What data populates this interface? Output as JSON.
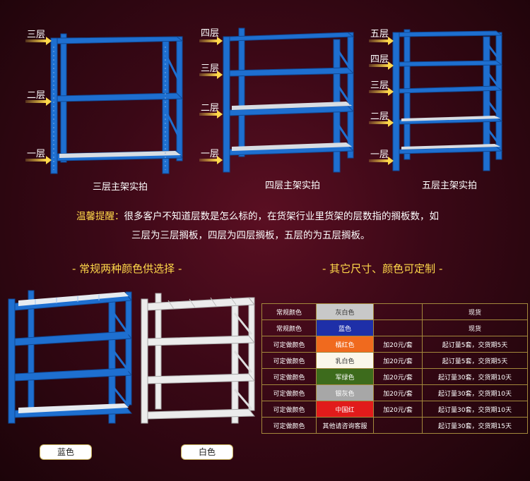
{
  "shelves_top": [
    {
      "caption": "三层主架实拍",
      "layers": [
        "三层",
        "二层",
        "一层"
      ]
    },
    {
      "caption": "四层主架实拍",
      "layers": [
        "四层",
        "三层",
        "二层",
        "一层"
      ]
    },
    {
      "caption": "五层主架实拍",
      "layers": [
        "五层",
        "四层",
        "三层",
        "二层",
        "一层"
      ]
    }
  ],
  "notice": {
    "prefix": "温馨提醒：",
    "line1": "很多客户不知道层数是怎么标的，在货架行业里货架的层数指的搁板数，如",
    "line2": "三层为三层搁板，四层为四层搁板，五层的为五层搁板。"
  },
  "headings": {
    "left": "- 常规两种颜色供选择 -",
    "right": "- 其它尺寸、颜色可定制 -"
  },
  "color_samples": [
    {
      "label": "蓝色"
    },
    {
      "label": "白色"
    }
  ],
  "colors": {
    "accent": "#ffd84a",
    "shelf_blue": "#1e6fd0",
    "shelf_white": "#e8e8e8",
    "table_border": "#a3883c"
  },
  "table": {
    "rows": [
      {
        "type": "常规颜色",
        "color_name": "灰白色",
        "swatch": "#c8c8c8",
        "text_color": "#333333",
        "price": "",
        "note": "现货"
      },
      {
        "type": "常规颜色",
        "color_name": "蓝色",
        "swatch": "#1e2fa8",
        "text_color": "#ffffff",
        "price": "",
        "note": "现货"
      },
      {
        "type": "可定做颜色",
        "color_name": "橘红色",
        "swatch": "#f06a1e",
        "text_color": "#ffffff",
        "price": "加20元/套",
        "note": "起订量5套，交货期5天"
      },
      {
        "type": "可定做颜色",
        "color_name": "乳白色",
        "swatch": "#fbf7ea",
        "text_color": "#333333",
        "price": "加20元/套",
        "note": "起订量5套，交货期5天"
      },
      {
        "type": "可定做颜色",
        "color_name": "军绿色",
        "swatch": "#3d6b1c",
        "text_color": "#ffffff",
        "price": "加20元/套",
        "note": "起订量30套，交货期10天"
      },
      {
        "type": "可定做颜色",
        "color_name": "银灰色",
        "swatch": "#a7a7a7",
        "text_color": "#ffffff",
        "price": "加20元/套",
        "note": "起订量30套，交货期10天"
      },
      {
        "type": "可定做颜色",
        "color_name": "中国红",
        "swatch": "#e11b1b",
        "text_color": "#ffffff",
        "price": "加20元/套",
        "note": "起订量30套，交货期10天"
      },
      {
        "type": "可定做颜色",
        "color_name": "其他请咨询客服",
        "swatch": "",
        "text_color": "#ffffff",
        "price": "",
        "note": "起订量30套，交货期15天"
      }
    ]
  }
}
